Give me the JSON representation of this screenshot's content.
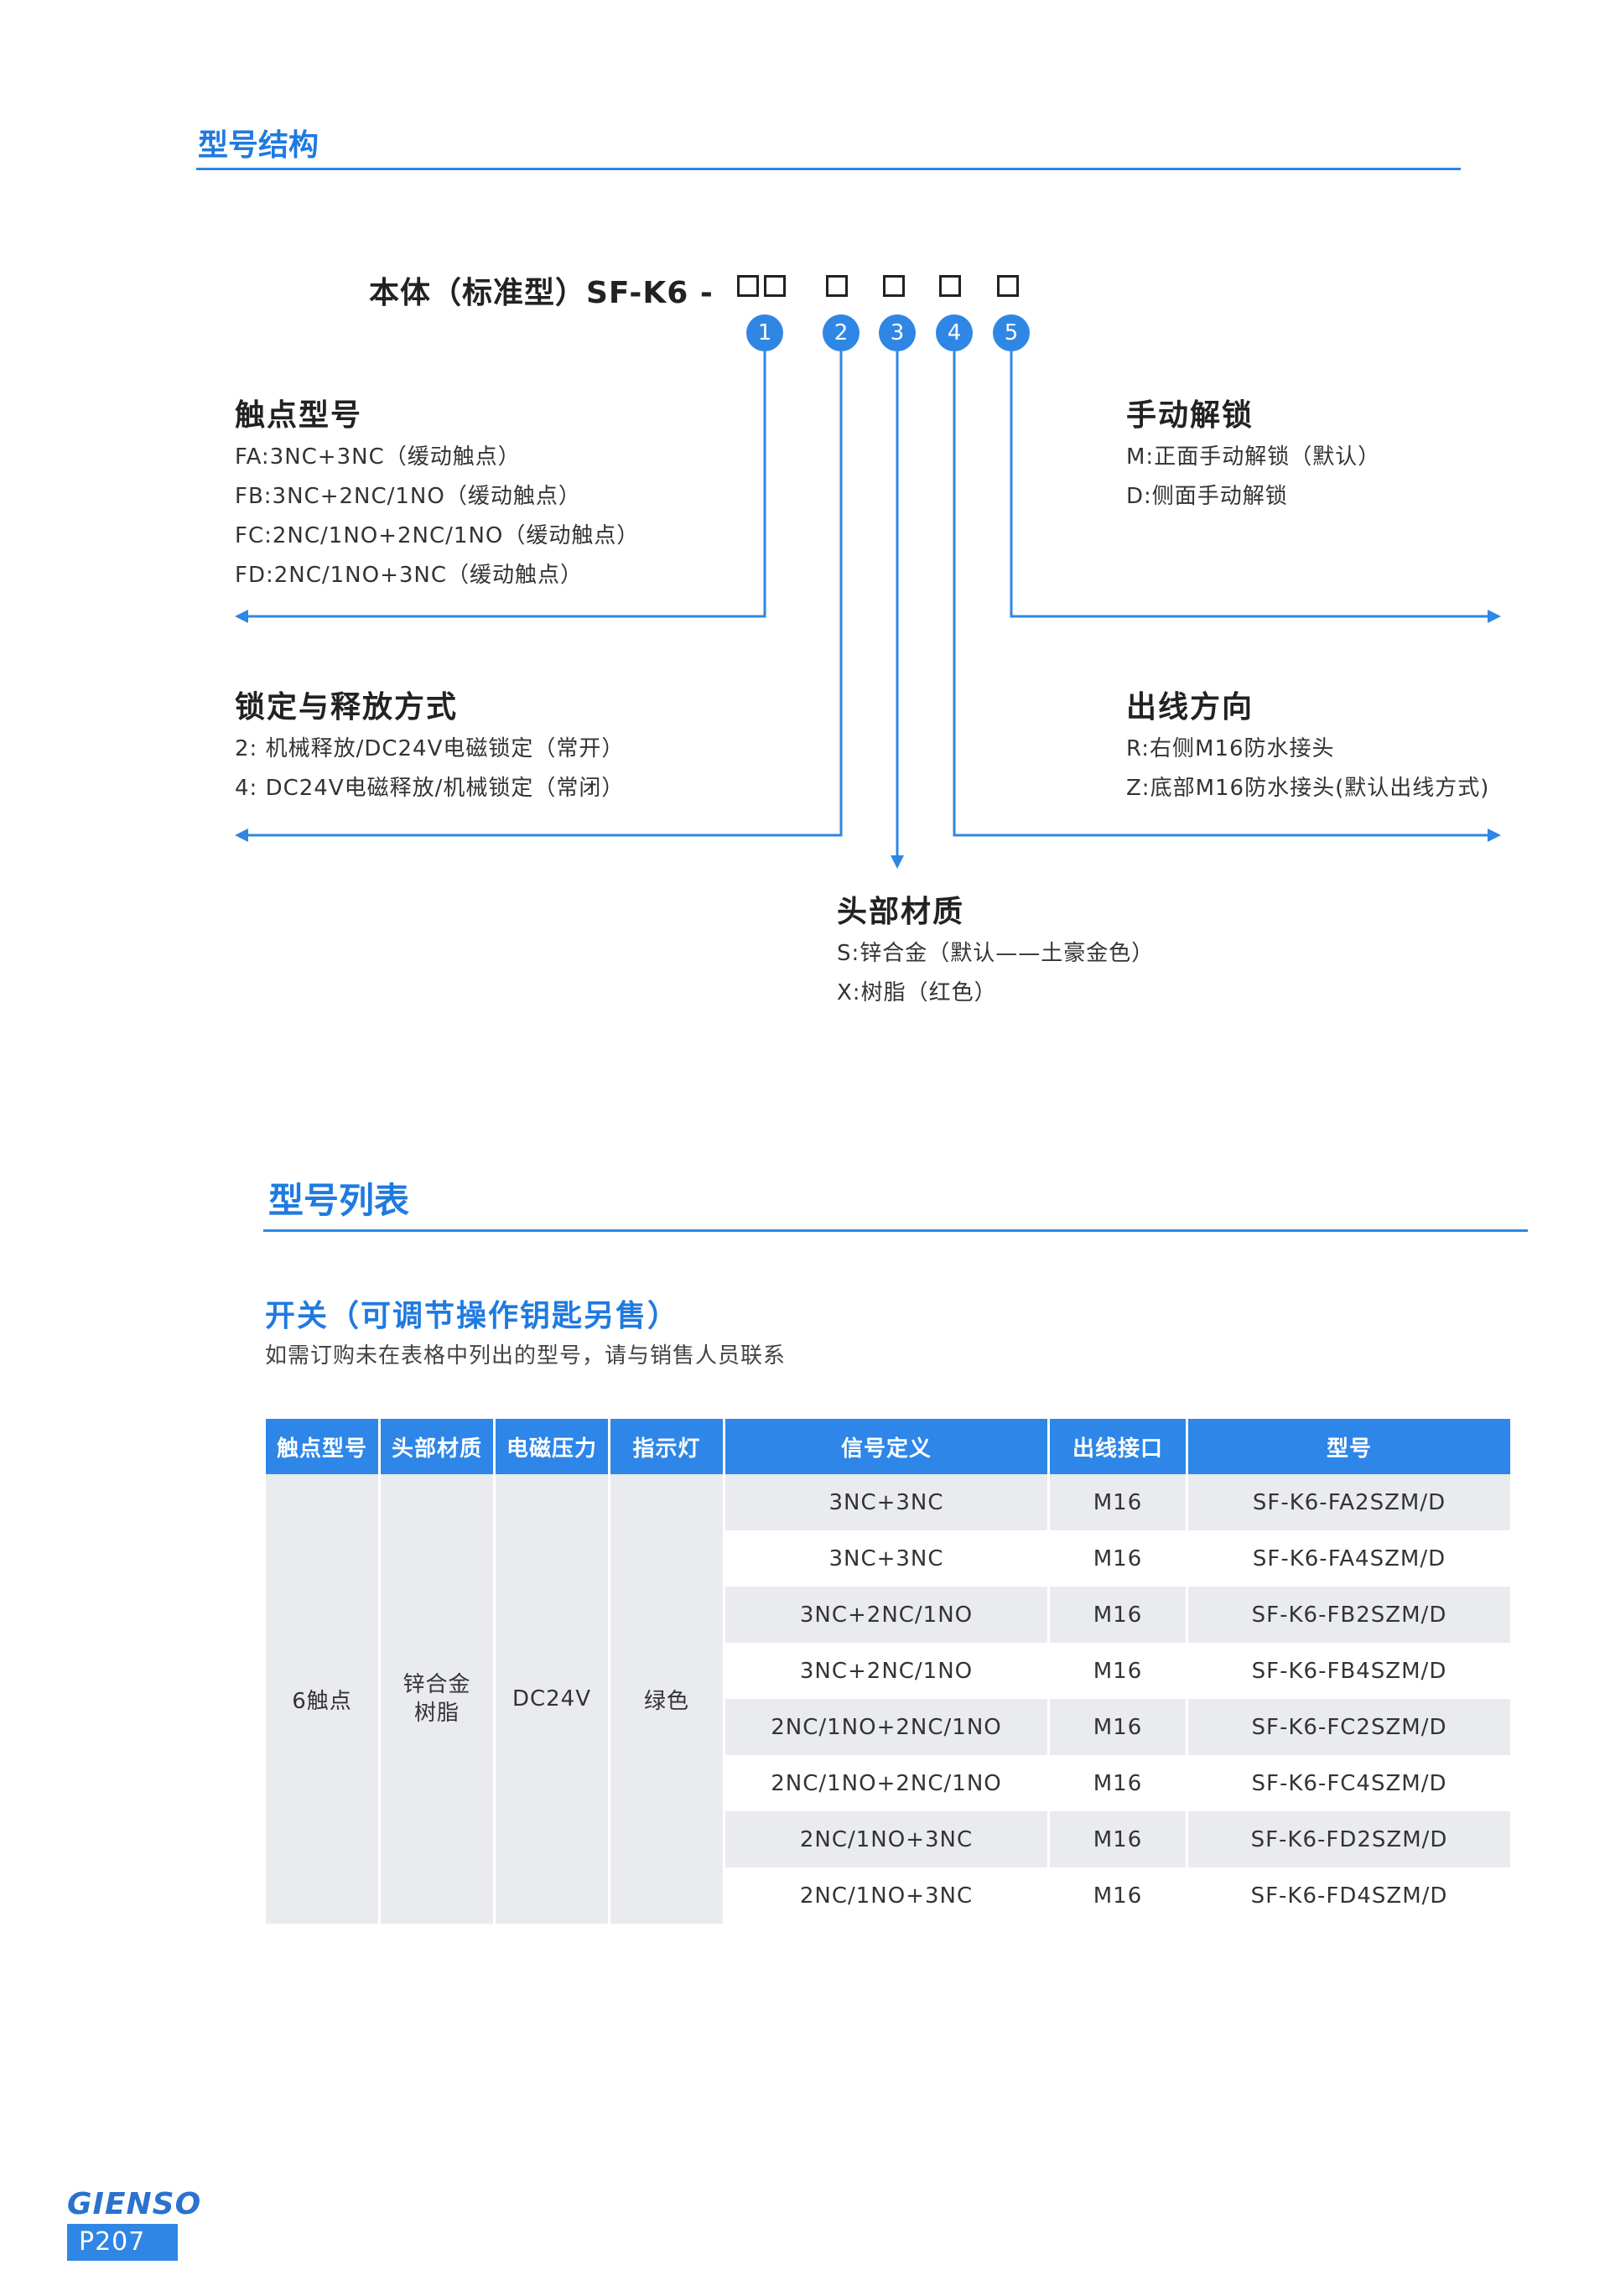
{
  "structure_section": {
    "title": "型号结构",
    "code_prefix": "本体（标准型）SF-K6 -",
    "badges": [
      "1",
      "2",
      "3",
      "4",
      "5"
    ],
    "groups": {
      "contact": {
        "heading": "触点型号",
        "options": [
          "FA:3NC+3NC（缓动触点）",
          "FB:3NC+2NC/1NO（缓动触点）",
          "FC:2NC/1NO+2NC/1NO（缓动触点）",
          "FD:2NC/1NO+3NC（缓动触点）"
        ]
      },
      "lock": {
        "heading": "锁定与释放方式",
        "options": [
          "2: 机械释放/DC24V电磁锁定（常开）",
          "4: DC24V电磁释放/机械锁定（常闭）"
        ]
      },
      "head": {
        "heading": "头部材质",
        "options": [
          "S:锌合金（默认——土豪金色）",
          "X:树脂（红色）"
        ]
      },
      "unlock": {
        "heading": "手动解锁",
        "options": [
          "M:正面手动解锁（默认）",
          "D:侧面手动解锁"
        ]
      },
      "outlet": {
        "heading": "出线方向",
        "options": [
          "R:右侧M16防水接头",
          "Z:底部M16防水接头(默认出线方式)"
        ]
      }
    }
  },
  "list_section": {
    "title": "型号列表",
    "subtitle": "开关（可调节操作钥匙另售）",
    "note": "如需订购未在表格中列出的型号，请与销售人员联系",
    "table": {
      "headers": [
        "触点型号",
        "头部材质",
        "电磁压力",
        "指示灯",
        "信号定义",
        "出线接口",
        "型号"
      ],
      "merged": {
        "contact": "6触点",
        "head_lines": [
          "锌合金",
          "树脂"
        ],
        "voltage": "DC24V",
        "indicator": "绿色"
      },
      "rows": [
        {
          "signal": "3NC+3NC",
          "port": "M16",
          "model": "SF-K6-FA2SZM/D"
        },
        {
          "signal": "3NC+3NC",
          "port": "M16",
          "model": "SF-K6-FA4SZM/D"
        },
        {
          "signal": "3NC+2NC/1NO",
          "port": "M16",
          "model": "SF-K6-FB2SZM/D"
        },
        {
          "signal": "3NC+2NC/1NO",
          "port": "M16",
          "model": "SF-K6-FB4SZM/D"
        },
        {
          "signal": "2NC/1NO+2NC/1NO",
          "port": "M16",
          "model": "SF-K6-FC2SZM/D"
        },
        {
          "signal": "2NC/1NO+2NC/1NO",
          "port": "M16",
          "model": "SF-K6-FC4SZM/D"
        },
        {
          "signal": "2NC/1NO+3NC",
          "port": "M16",
          "model": "SF-K6-FD2SZM/D"
        },
        {
          "signal": "2NC/1NO+3NC",
          "port": "M16",
          "model": "SF-K6-FD4SZM/D"
        }
      ]
    }
  },
  "footer": {
    "logo": "GIENSO",
    "page": "P207"
  },
  "colors": {
    "accent": "#2f86e4",
    "title": "#1f7ae0",
    "shade": "#e9ebee"
  }
}
